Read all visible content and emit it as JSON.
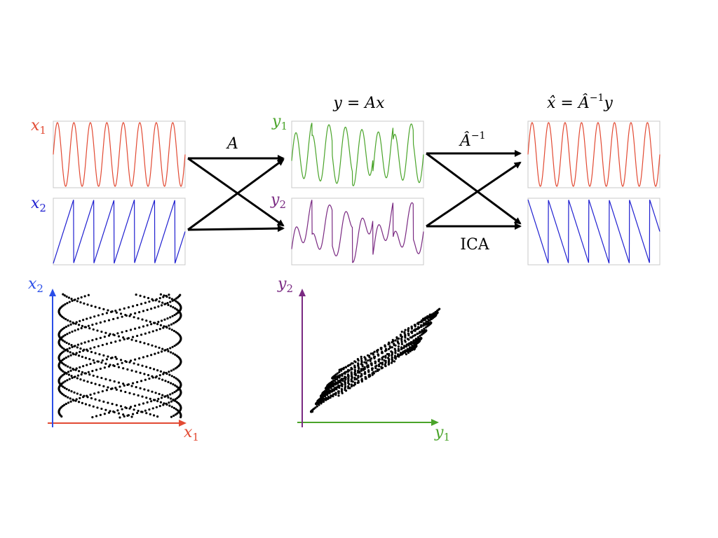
{
  "colors": {
    "x1": "#e24a33",
    "x2": "#1f1fd0",
    "y1": "#4aa42a",
    "y2": "#7a2a82",
    "arrow": "#000000",
    "frame": "#c8c8c8",
    "axis_x2": "#2a4ee8",
    "axis_y2": "#7a2a82"
  },
  "labels": {
    "x1_var": "x",
    "x1_sub": "1",
    "x2_var": "x",
    "x2_sub": "2",
    "y1_var": "y",
    "y1_sub": "1",
    "y2_var": "y",
    "y2_sub": "2",
    "mix_title": "y = Ax",
    "recon_title_hat_x": "x̂",
    "recon_title_eq": " = ",
    "recon_title_A": "Â",
    "recon_title_sup": "−1",
    "recon_title_y": "y",
    "mix_matrix": "A",
    "unmix_A": "Â",
    "unmix_sup": "−1",
    "method": "ICA"
  },
  "chart_data": [
    {
      "type": "line",
      "name": "source-x1",
      "waveform": "sine",
      "cycles": 8,
      "amplitude": 1,
      "xlim": [
        0,
        1
      ],
      "ylim": [
        -1,
        1
      ]
    },
    {
      "type": "line",
      "name": "source-x2",
      "waveform": "sawtooth-rising",
      "cycles": 6.5,
      "amplitude": 1,
      "xlim": [
        0,
        1
      ],
      "ylim": [
        -1,
        1
      ]
    },
    {
      "type": "line",
      "name": "mixed-y1",
      "waveform": "mixture",
      "weights": [
        0.8,
        0.2
      ],
      "xlim": [
        0,
        1
      ],
      "ylim": [
        -1,
        1
      ]
    },
    {
      "type": "line",
      "name": "mixed-y2",
      "waveform": "mixture",
      "weights": [
        0.45,
        0.55
      ],
      "xlim": [
        0,
        1
      ],
      "ylim": [
        -1,
        1
      ]
    },
    {
      "type": "line",
      "name": "recovered-x1",
      "waveform": "sine",
      "cycles": 8,
      "xlim": [
        0,
        1
      ],
      "ylim": [
        -1,
        1
      ]
    },
    {
      "type": "line",
      "name": "recovered-x2",
      "waveform": "sawtooth-falling",
      "cycles": 6.5,
      "xlim": [
        0,
        1
      ],
      "ylim": [
        -1,
        1
      ]
    },
    {
      "type": "scatter",
      "name": "scatter-sources",
      "xlabel": "x1",
      "ylabel": "x2",
      "note": "x1 vs x2 joint distribution (sine vs sawtooth)"
    },
    {
      "type": "scatter",
      "name": "scatter-mixed",
      "xlabel": "y1",
      "ylabel": "y2",
      "note": "y1 vs y2 joint distribution (sheared)"
    }
  ]
}
